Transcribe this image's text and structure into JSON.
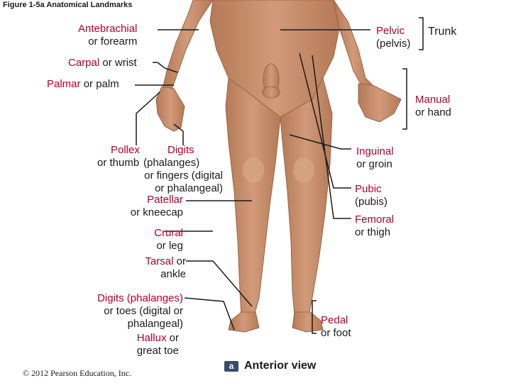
{
  "figure_title": "Figure 1-5a  Anatomical Landmarks",
  "labels": {
    "antebrachial": {
      "term": "Antebrachial",
      "desc": "or forearm"
    },
    "pelvic": {
      "term": "Pelvic",
      "desc": "(pelvis)"
    },
    "trunk": "Trunk",
    "carpal": {
      "term": "Carpal",
      "desc": "or wrist"
    },
    "palmar": {
      "term": "Palmar",
      "desc": "or palm"
    },
    "manual": {
      "term": "Manual",
      "desc": "or hand"
    },
    "pollex": {
      "term": "Pollex",
      "desc": "or thumb"
    },
    "digits_hand": {
      "line1": "Digits",
      "line2": "(phalanges)",
      "line3": "or fingers (digital",
      "line4": "or phalangeal)"
    },
    "inguinal": {
      "term": "Inguinal",
      "desc": "or groin"
    },
    "patellar": {
      "term": "Patellar",
      "desc": "or kneecap"
    },
    "pubic": {
      "term": "Pubic",
      "desc": "(pubis)"
    },
    "femoral": {
      "term": "Femoral",
      "desc": "or thigh"
    },
    "crural": {
      "term": "Crural",
      "desc": "or leg"
    },
    "tarsal": {
      "term": "Tarsal",
      "desc": "or",
      "desc2": "ankle"
    },
    "digits_foot": {
      "line1": "Digits (phalanges)",
      "line2": "or toes (digital or",
      "line3": "phalangeal)"
    },
    "hallux": {
      "term": "Hallux",
      "desc": "or",
      "desc2": "great toe"
    },
    "pedal": {
      "term": "Pedal",
      "desc": "or foot"
    }
  },
  "view": {
    "badge": "a",
    "label": "Anterior view"
  },
  "copyright": "© 2012 Pearson Education, Inc.",
  "colors": {
    "skin": "#c98f6d",
    "skin_shadow": "#a8704f",
    "term_red": "#b2002a",
    "leader": "#1a1a1a"
  }
}
